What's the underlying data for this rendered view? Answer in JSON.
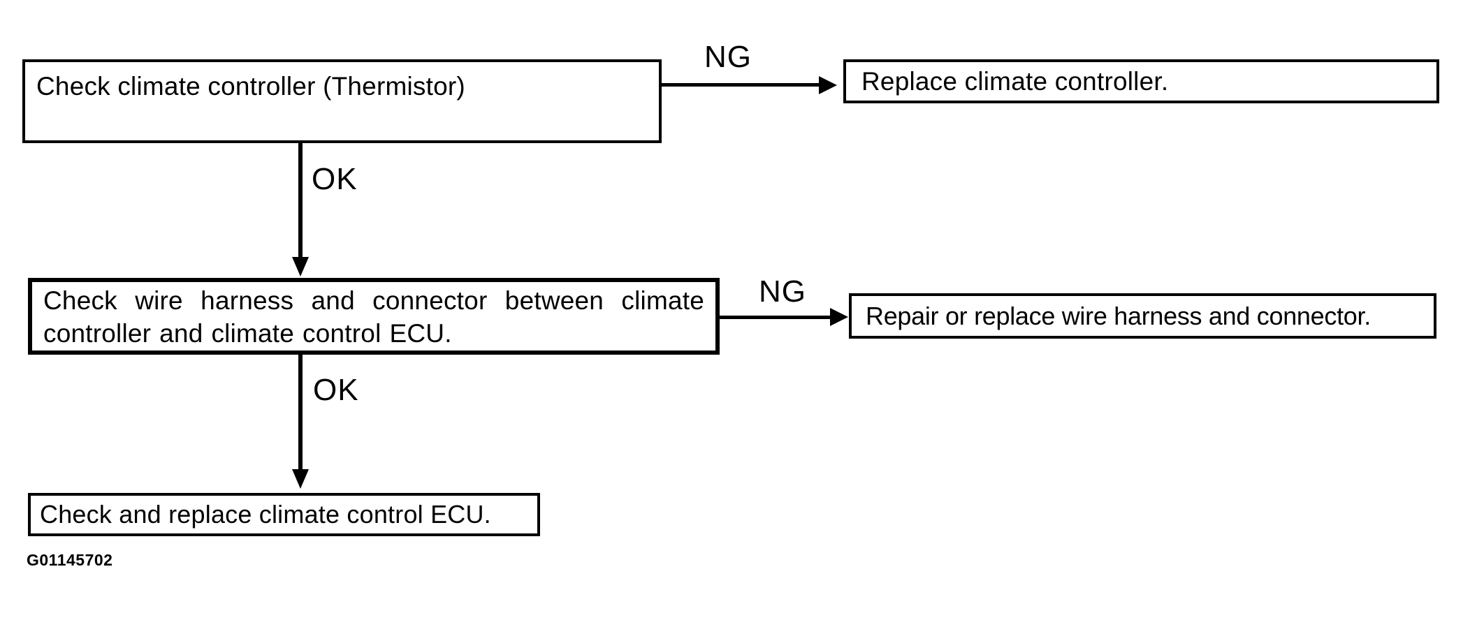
{
  "diagram": {
    "type": "flowchart",
    "figure_id": "G01145702",
    "colors": {
      "line": "#000000",
      "text": "#000000",
      "box_border": "#000000",
      "background": "#ffffff"
    },
    "nodes": {
      "check_controller": {
        "label": "Check climate controller (Thermistor)"
      },
      "replace_controller": {
        "label": "Replace climate controller."
      },
      "check_harness": {
        "label": "Check wire harness and connector between climate controller and climate control ECU."
      },
      "repair_harness": {
        "label": "Repair or replace wire harness and connector."
      },
      "replace_ecu": {
        "label": "Check and replace climate control ECU."
      }
    },
    "edges": {
      "controller_ng": {
        "from": "check_controller",
        "to": "replace_controller",
        "label": "NG",
        "direction": "right"
      },
      "controller_ok": {
        "from": "check_controller",
        "to": "check_harness",
        "label": "OK",
        "direction": "down"
      },
      "harness_ng": {
        "from": "check_harness",
        "to": "repair_harness",
        "label": "NG",
        "direction": "right"
      },
      "harness_ok": {
        "from": "check_harness",
        "to": "replace_ecu",
        "label": "OK",
        "direction": "down"
      }
    }
  }
}
